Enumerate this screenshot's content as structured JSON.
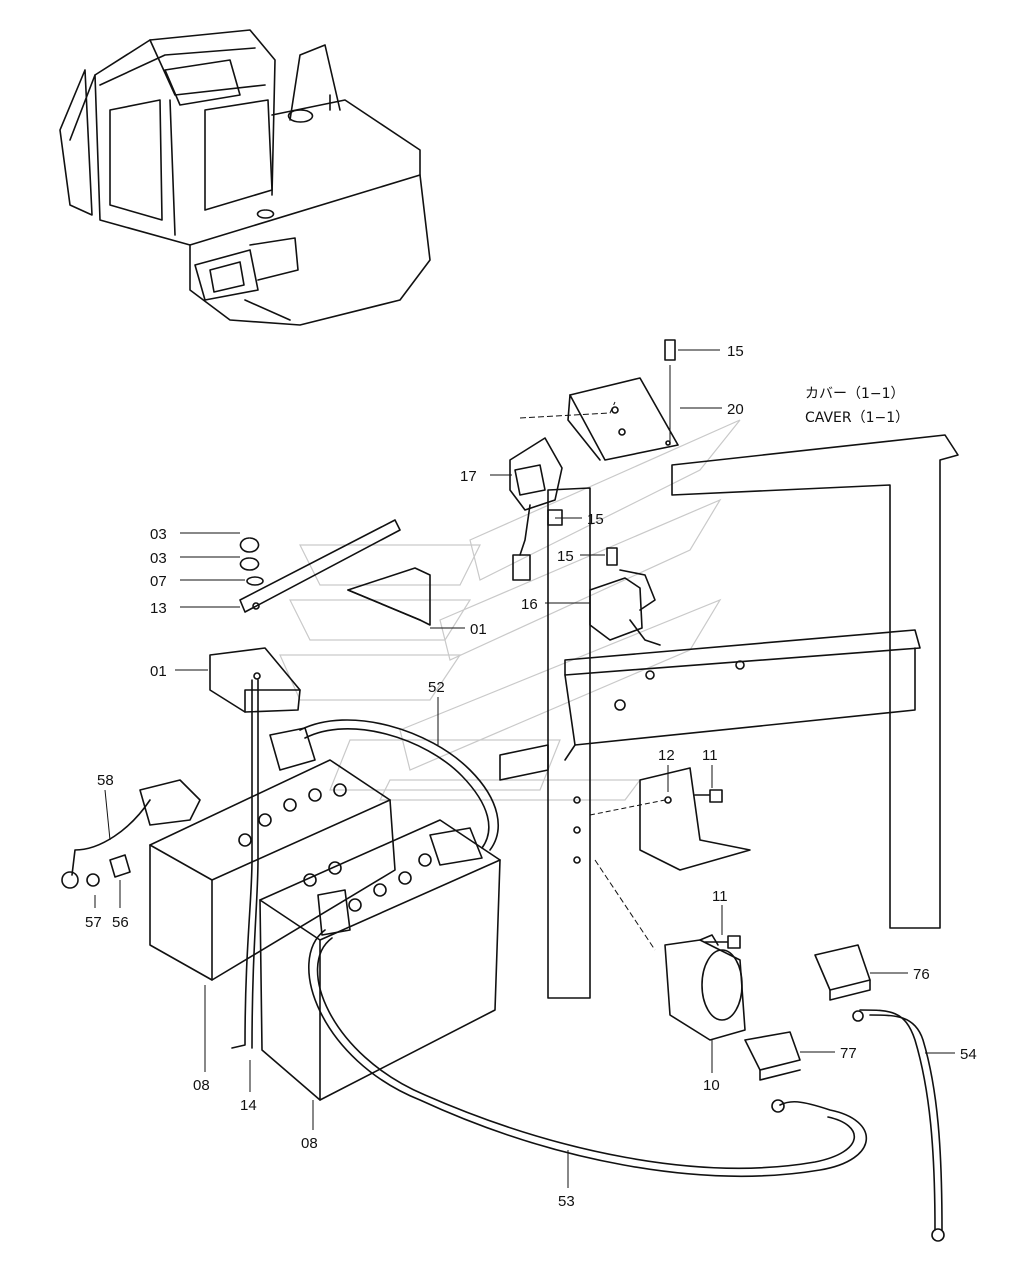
{
  "annotation": {
    "jp": "カバー（1−1）",
    "en": "CAVER（1−1）"
  },
  "callouts": [
    "15",
    "20",
    "17",
    "15",
    "15",
    "16",
    "03",
    "03",
    "07",
    "13",
    "01",
    "01",
    "52",
    "58",
    "57",
    "56",
    "12",
    "11",
    "11",
    "76",
    "77",
    "54",
    "10",
    "08",
    "14",
    "08",
    "53"
  ]
}
